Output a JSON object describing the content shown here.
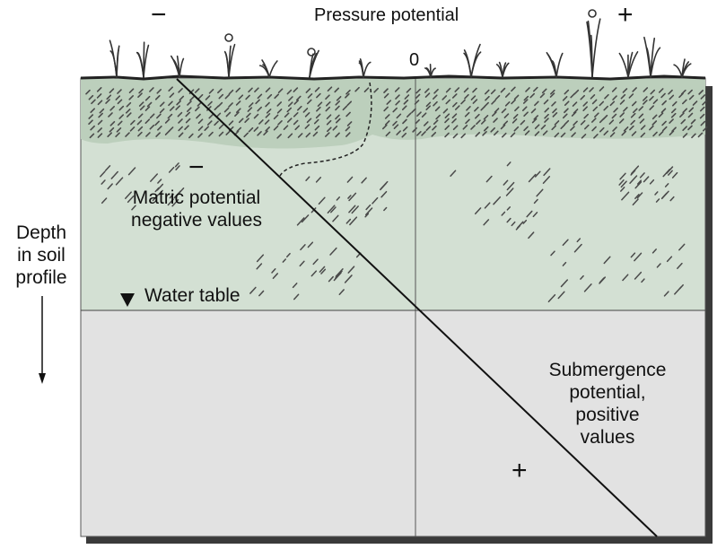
{
  "diagram": {
    "title": "Pressure potential",
    "top_minus": "−",
    "top_plus": "+",
    "zero": "0",
    "matric_sign": "−",
    "matric_line1": "Matric potential",
    "matric_line2": "negative values",
    "water_table": "Water table",
    "depth_line1": "Depth",
    "depth_line2": "in soil",
    "depth_line3": "profile",
    "sub_line1": "Submergence",
    "sub_line2": "potential,",
    "sub_line3": "positive",
    "sub_line4": "values",
    "sub_sign": "+"
  },
  "colors": {
    "unsaturated_zone": "#d3e0d3",
    "topsoil_band": "#bccfbc",
    "saturated_zone": "#e2e2e2",
    "shadow": "#3a3a3a",
    "ink": "#111111"
  },
  "icons": [
    "grass-plant-icon",
    "flower-icon",
    "water-table-triangle-icon",
    "down-arrow-icon"
  ]
}
